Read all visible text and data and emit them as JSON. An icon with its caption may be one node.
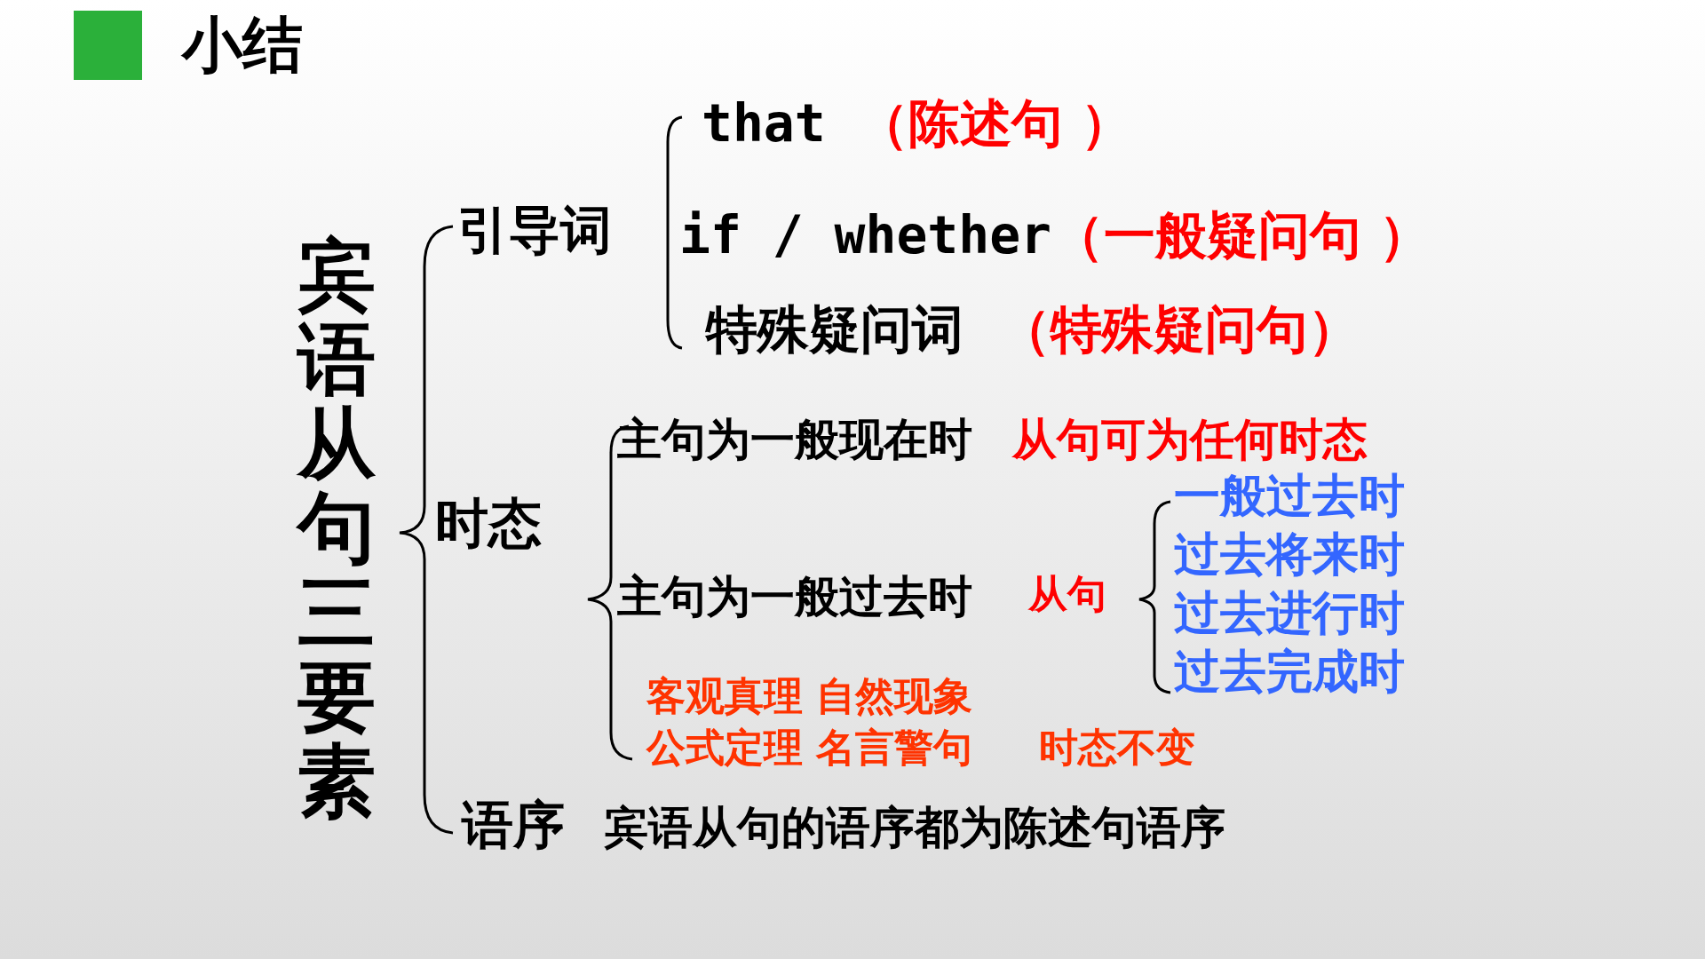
{
  "diagram": {
    "title": "小结",
    "nodes": [
      {
        "text": [],
        "shape": "box"
      }
    ],
    "labels": [
      "宾语从句三要素",
      "引导词",
      "that",
      "（陈述句 ）",
      "if / whether",
      "（一般疑问句 ）",
      "特殊疑问词",
      "（特殊疑问句）",
      "时态",
      "主句为一般现在时",
      "从句可为任何时态",
      "主句为一般过去时",
      "从句",
      "一般过去时",
      "过去将来时",
      "过去进行时",
      "过去完成时",
      "客观真理 自然现象",
      "公式定理 名言警句",
      "时态不变",
      "语序",
      "宾语从句的语序都为陈述句语序"
    ]
  }
}
